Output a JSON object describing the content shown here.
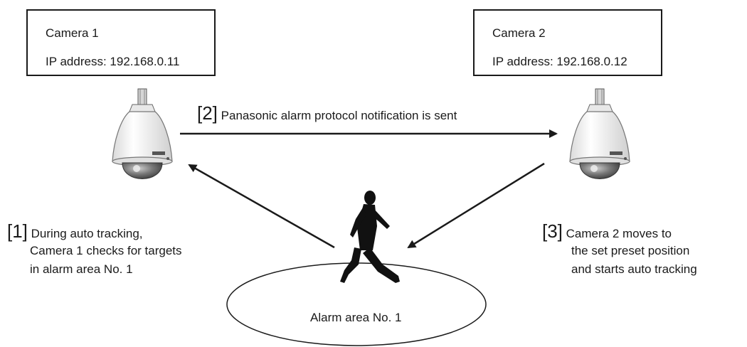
{
  "camera1": {
    "name": "Camera 1",
    "ip": "IP address: 192.168.0.11"
  },
  "camera2": {
    "name": "Camera 2",
    "ip": "IP address: 192.168.0.12"
  },
  "steps": {
    "step2": {
      "number": "[2]",
      "text": "Panasonic alarm protocol notification is sent"
    },
    "step1": {
      "number": "[1]",
      "lines": [
        "During auto tracking,",
        "Camera 1 checks for targets",
        "in alarm area No. 1"
      ]
    },
    "step3": {
      "number": "[3]",
      "lines": [
        "Camera 2 moves to",
        "the set preset position",
        "and starts auto tracking"
      ]
    }
  },
  "alarm_area": {
    "label": "Alarm area No. 1"
  },
  "camera_brand": "Panasonic",
  "icons": {
    "camera": "dome-camera-icon",
    "person": "running-person-icon"
  },
  "colors": {
    "stroke": "#1a1a1a",
    "camera_body": "#f2f2f2",
    "camera_dome": "#6b6b6b",
    "person": "#111111"
  }
}
